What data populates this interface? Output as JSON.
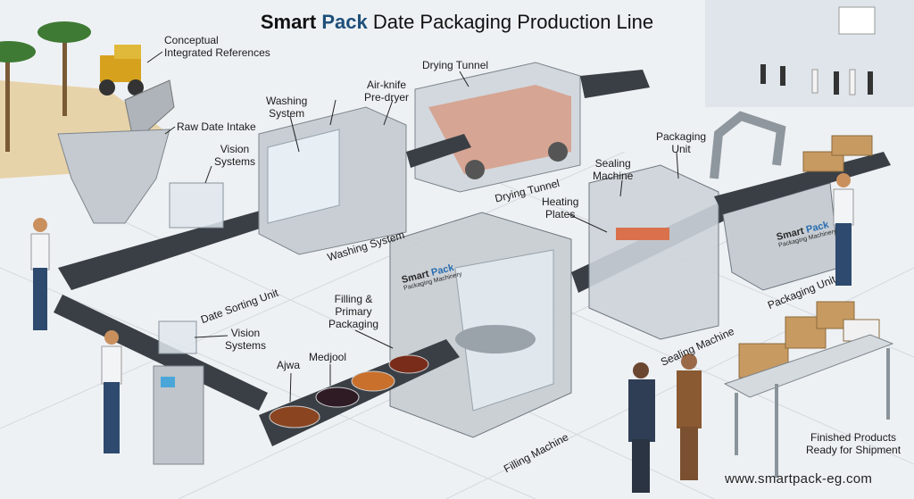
{
  "title": {
    "brand_part1": "Smart",
    "brand_part2": "Pack",
    "rest": "Date Packaging Production Line"
  },
  "labels": {
    "conceptual": [
      "Conceptual",
      "Integrated References"
    ],
    "raw_date_intake": "Raw Date Intake",
    "washing_system": [
      "Washing",
      "System"
    ],
    "air_knife": [
      "Air-knife",
      "Pre-dryer"
    ],
    "drying_tunnel": "Drying Tunnel",
    "vision_systems_top": [
      "Vision",
      "Systems"
    ],
    "drying_tunnel_floor": "Drying Tunnel",
    "packaging_unit": [
      "Packaging",
      "Unit"
    ],
    "sealing_machine": [
      "Sealing",
      "Machine"
    ],
    "heating_plates": [
      "Heating",
      "Plates"
    ],
    "washing_system_floor": "Washing System",
    "date_sorting_unit_floor": "Date Sorting Unit",
    "filling_primary": [
      "Filling &",
      "Primary",
      "Packaging"
    ],
    "vision_systems_bottom": [
      "Vision",
      "Systems"
    ],
    "ajwa": "Ajwa",
    "medjool": "Medjool",
    "sealing_machine_floor": "Sealing Machine",
    "packaging_unit_floor": "Packaging Unit",
    "filling_machine_floor": "Filling Machine",
    "finished_products": [
      "Finished Products",
      "Ready for Shipment"
    ]
  },
  "machine_branding": {
    "name1": "Smart",
    "name2": "Pack",
    "tagline": "Packaging Machinery"
  },
  "website": "www.smartpack-eg.com",
  "colors": {
    "brand_blue": "#1d4f7a",
    "steel": "#b9c0c7",
    "conveyor": "#3a3f45",
    "dates": "#7a3418",
    "cardboard": "#c79a62"
  }
}
